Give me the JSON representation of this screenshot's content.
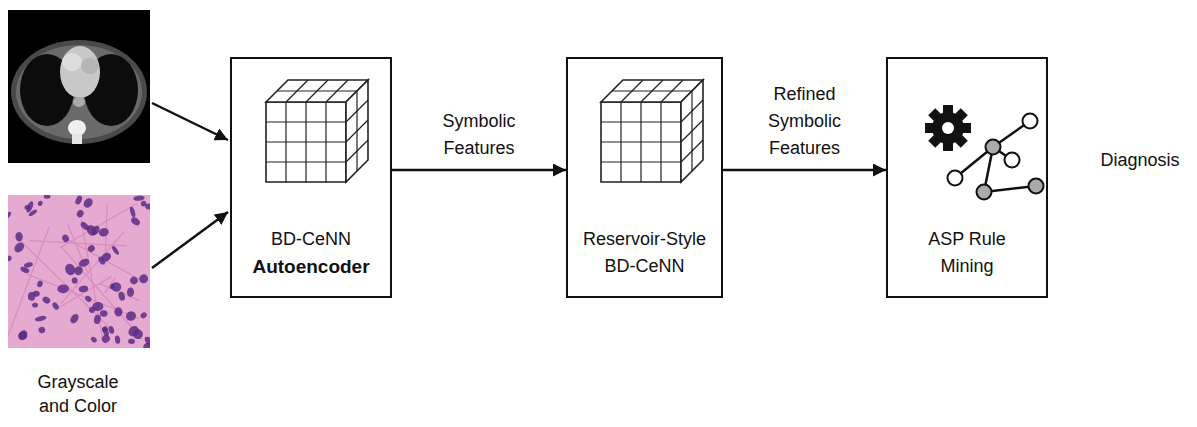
{
  "diagram": {
    "nodes": [
      {
        "text": [
          "BD-CeNN",
          "Autoencoder"
        ]
      },
      {
        "text": [
          "Reservoir-Style BD-CeNN"
        ]
      },
      {
        "text": [
          "ASP Rule Mining"
        ]
      }
    ],
    "edges": [
      {
        "from": 0,
        "to": 1,
        "arrow": "to",
        "label": "Symbolic Features"
      },
      {
        "from": 1,
        "to": 2,
        "arrow": "to",
        "label": "Refined Symbolic Features"
      }
    ],
    "labels": [
      "Grayscale and Color",
      "Diagnosis"
    ]
  }
}
